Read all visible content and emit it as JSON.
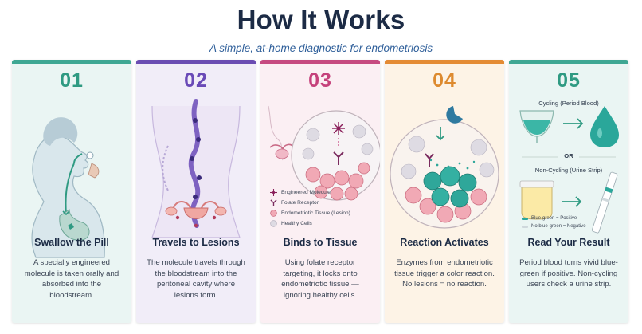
{
  "header": {
    "title": "How It Works",
    "subtitle": "A simple, at-home diagnostic for endometriosis"
  },
  "steps": [
    {
      "number": "01",
      "name": "Swallow the Pill",
      "desc": "A specially engineered molecule is taken orally and absorbed into the bloodstream."
    },
    {
      "number": "02",
      "name": "Travels to Lesions",
      "desc": "The molecule travels through the bloodstream into the peritoneal cavity where lesions form."
    },
    {
      "number": "03",
      "name": "Binds to Tissue",
      "desc": "Using folate receptor targeting, it locks onto endometriotic tissue — ignoring healthy cells.",
      "legend": [
        "Engineered Molecule",
        "Folate Receptor",
        "Endometriotic Tissue (Lesion)",
        "Healthy Cells"
      ]
    },
    {
      "number": "04",
      "name": "Reaction Activates",
      "desc": "Enzymes from endometriotic tissue trigger a color reaction. No lesions = no reaction."
    },
    {
      "number": "05",
      "name": "Read Your Result",
      "desc": "Period blood turns vivid blue-green if positive. Non-cycling users check a urine strip.",
      "cycling_label": "Cycling (Period Blood)",
      "or_label": "OR",
      "noncycling_label": "Non-Cycling (Urine Strip)",
      "key_positive": "Blue-green = Positive",
      "key_negative": "No blue-green = Negative"
    }
  ],
  "colors": {
    "teal": "#3fa793",
    "purple": "#6b4db3",
    "magenta": "#c64a80",
    "orange": "#e48b34",
    "positive": "#2aa79a"
  }
}
